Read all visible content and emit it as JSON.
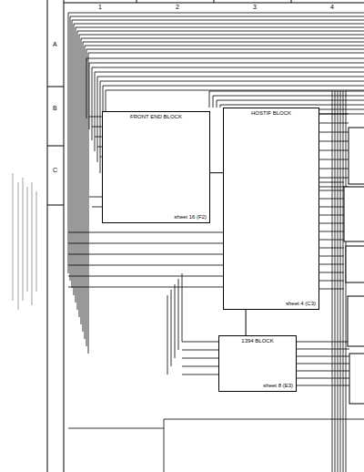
{
  "diagram": {
    "nodes": [
      {
        "text": [
          "FRONT END BLOCK",
          "sheet 16 (F2)"
        ]
      },
      {
        "text": [
          "HOSTIF BLOCK",
          "sheet 4 (C3)"
        ]
      },
      {
        "text": [
          "1394 BLOCK",
          "sheet 8 (E3)"
        ]
      }
    ],
    "edges": [
      {
        "from": 0,
        "to": 1,
        "arrow": "none"
      },
      {
        "from": 1,
        "to": 2,
        "arrow": "none"
      }
    ],
    "labels": [
      "1",
      "2",
      "3",
      "4",
      "A",
      "B",
      "C"
    ]
  }
}
